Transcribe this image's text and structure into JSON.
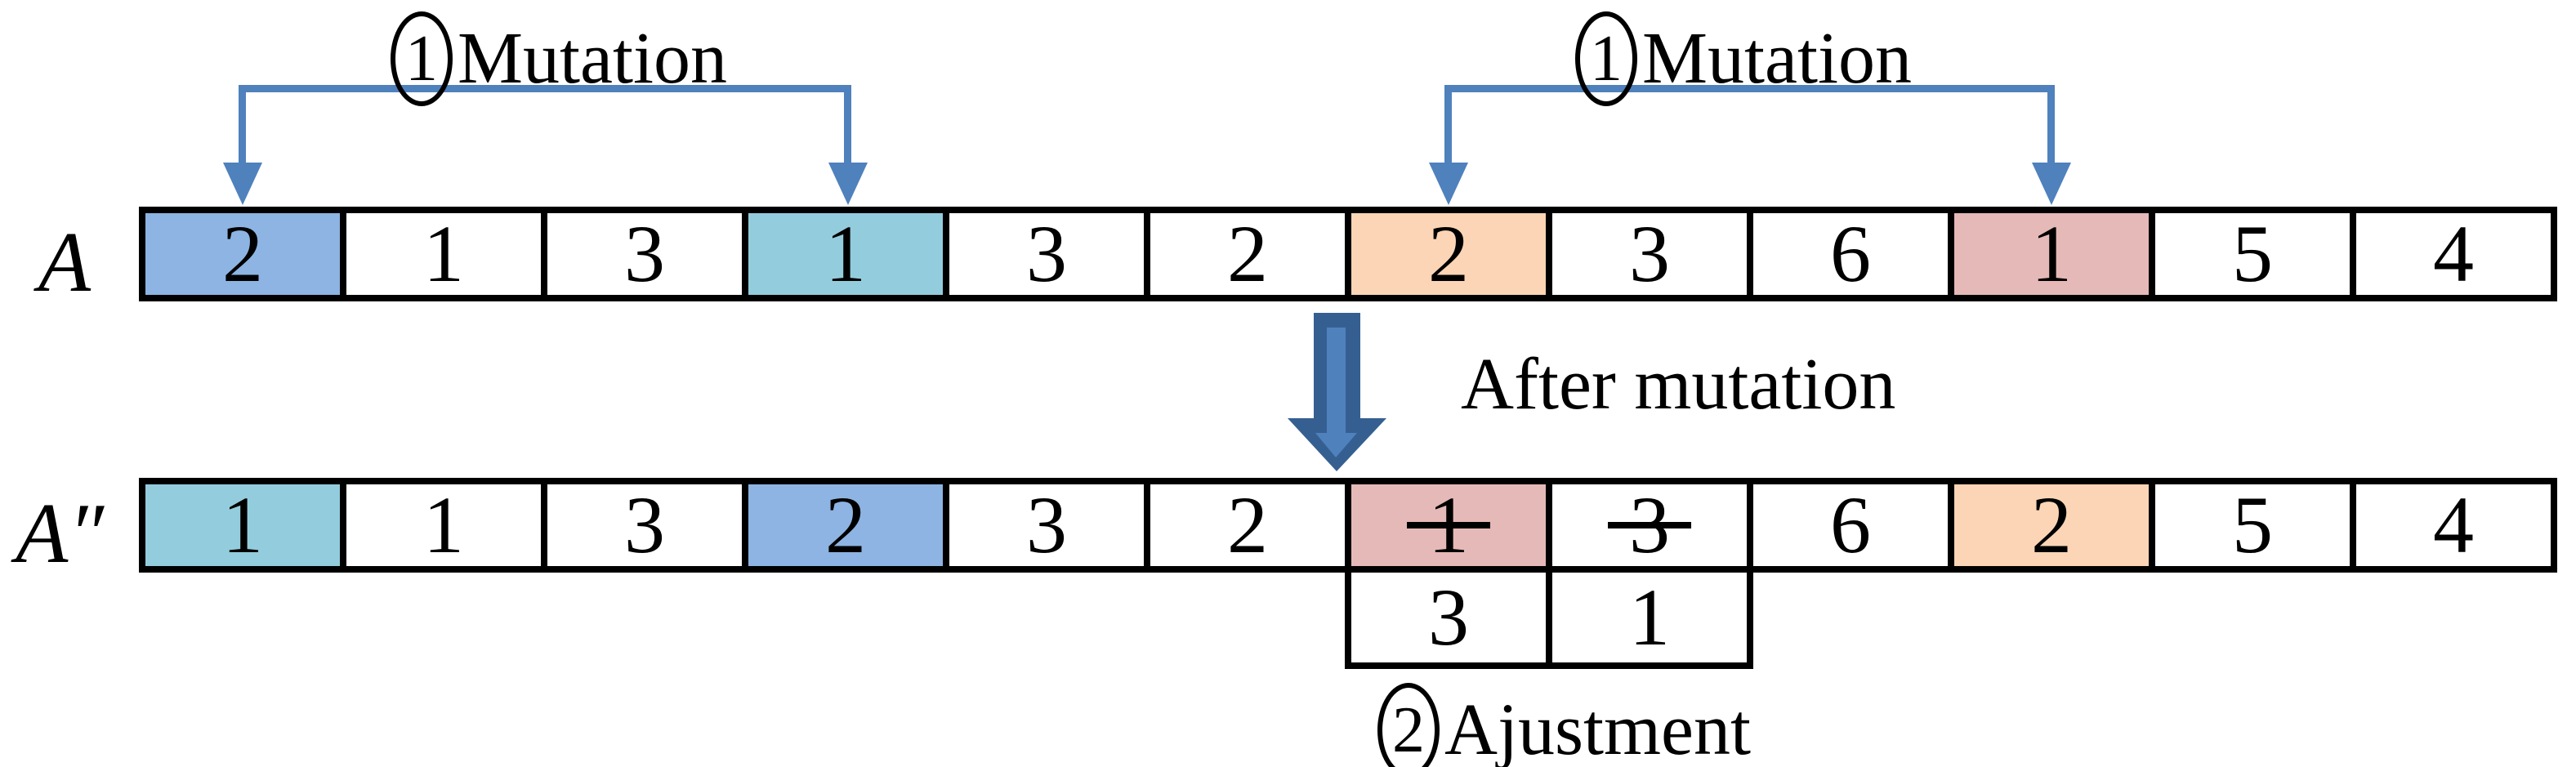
{
  "diagram": {
    "step1_left": {
      "number": "1",
      "text": "Mutation"
    },
    "step1_right": {
      "number": "1",
      "text": "Mutation"
    },
    "after_mutation": "After mutation",
    "step2": {
      "number": "2",
      "text": "Ajustment"
    },
    "row_a": {
      "label": "A",
      "cells": [
        {
          "value": "2",
          "color": "blue"
        },
        {
          "value": "1"
        },
        {
          "value": "3"
        },
        {
          "value": "1",
          "color": "teal"
        },
        {
          "value": "3"
        },
        {
          "value": "2"
        },
        {
          "value": "2",
          "color": "orange"
        },
        {
          "value": "3"
        },
        {
          "value": "6"
        },
        {
          "value": "1",
          "color": "pink"
        },
        {
          "value": "5"
        },
        {
          "value": "4"
        }
      ]
    },
    "row_a2": {
      "label": "A″",
      "cells": [
        {
          "value": "1",
          "color": "teal"
        },
        {
          "value": "1"
        },
        {
          "value": "3"
        },
        {
          "value": "2",
          "color": "blue"
        },
        {
          "value": "3"
        },
        {
          "value": "2"
        },
        {
          "value": "1",
          "color": "pink",
          "struck": true
        },
        {
          "value": "3",
          "struck": true
        },
        {
          "value": "6"
        },
        {
          "value": "2",
          "color": "orange"
        },
        {
          "value": "5"
        },
        {
          "value": "4"
        }
      ]
    },
    "adjustment_row": {
      "cells": [
        {
          "value": "3"
        },
        {
          "value": "1"
        }
      ]
    },
    "colors": {
      "cell_blue": "#8db4e2",
      "cell_teal": "#93cddd",
      "cell_orange": "#fbd5b5",
      "cell_pink": "#e5b9b7",
      "connector_blue": "#4f81bd",
      "arrow_dark": "#365f91",
      "arrow_light": "#4f81bd",
      "border_black": "#000000"
    }
  }
}
